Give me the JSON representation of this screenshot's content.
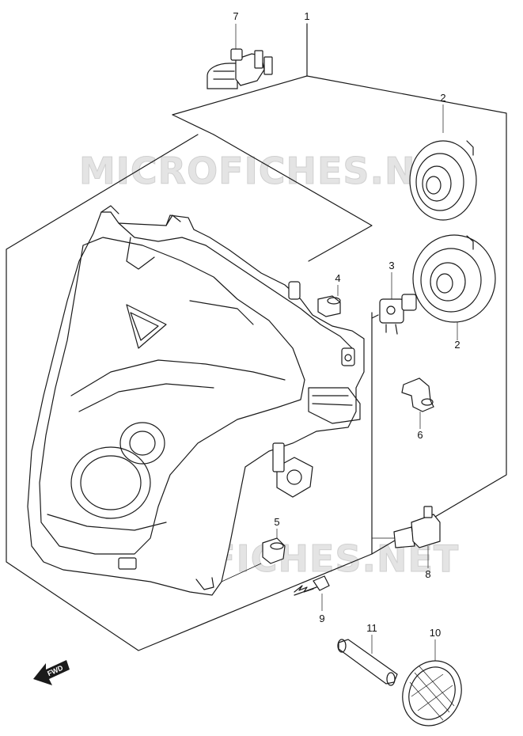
{
  "watermark": "MICROFICHES.NET",
  "fwd_label": "FWD",
  "callouts": [
    {
      "id": "c1",
      "label": "1"
    },
    {
      "id": "c2a",
      "label": "2"
    },
    {
      "id": "c2b",
      "label": "2"
    },
    {
      "id": "c3",
      "label": "3"
    },
    {
      "id": "c4",
      "label": "4"
    },
    {
      "id": "c5",
      "label": "5"
    },
    {
      "id": "c6",
      "label": "6"
    },
    {
      "id": "c7",
      "label": "7"
    },
    {
      "id": "c8",
      "label": "8"
    },
    {
      "id": "c9",
      "label": "9"
    },
    {
      "id": "c10",
      "label": "10"
    },
    {
      "id": "c11",
      "label": "11"
    }
  ]
}
